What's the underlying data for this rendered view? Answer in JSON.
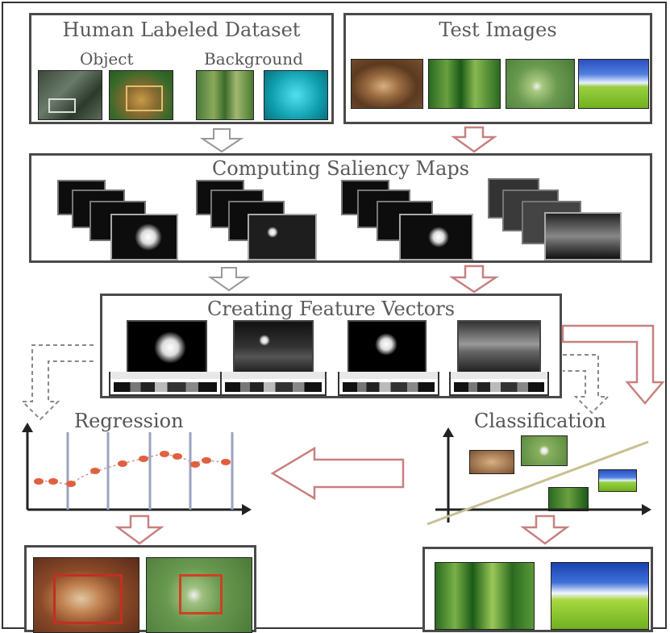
{
  "boxes": {
    "dataset": {
      "title": "Human Labeled Dataset",
      "object_label": "Object",
      "background_label": "Background"
    },
    "test": {
      "title": "Test Images"
    },
    "saliency": {
      "title": "Computing Saliency Maps"
    },
    "features": {
      "title": "Creating Feature Vectors"
    }
  },
  "regression": {
    "title": "Regression"
  },
  "classification": {
    "title": "Classification"
  },
  "colors": {
    "border": "#4a4a4a",
    "arrow_stroke": "#c88080",
    "dashed_arrow": "#888888",
    "regression_points": "#e06040",
    "grid_lines": "#9aa3c0",
    "class_line": "#c8c090"
  }
}
